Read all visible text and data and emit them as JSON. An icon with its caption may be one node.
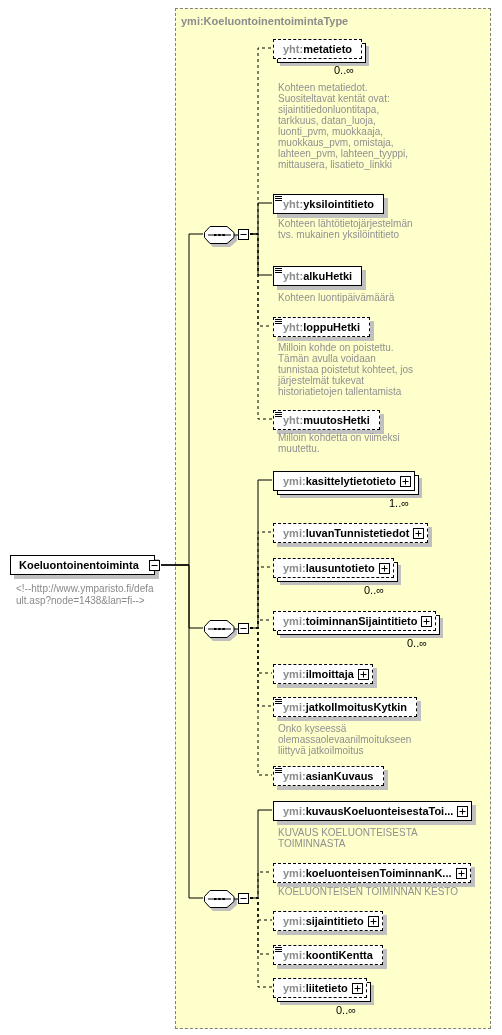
{
  "diagram": {
    "nodes": [
      {
        "text": [
          "ymi:KoeluontoinentoimintaType"
        ]
      },
      {
        "text": [
          "Koeluontoinentoiminta"
        ],
        "beside": [
          "<!--http://www.ymparisto.fi/default.asp?node=1438&lan=fi-->"
        ]
      },
      {
        "text": [],
        "shape": "octagon",
        "in": 0
      },
      {
        "text": [
          "yht:**metatieto**"
        ],
        "in": 0,
        "beside": [
          "0..∞",
          "Kohteen metatiedot. Suositeltavat kentät ovat: sijaintitiedonluontitapa, tarkkuus, datan_luoja, luonti_pvm, muokkaaja, muokkaus_pvm, omistaja, lahteen_pvm, lahteen_tyyppi, mittausera, lisatieto_linkki"
        ]
      },
      {
        "text": [
          "yht:**yksilointitieto**"
        ],
        "in": 0,
        "beside": [
          "Kohteen lähtötietojärjestelmän tvs. mukainen yksilöintitieto"
        ]
      },
      {
        "text": [
          "yht:**alkuHetki**"
        ],
        "in": 0,
        "beside": [
          "Kohteen luontipäivämäärä"
        ]
      },
      {
        "text": [
          "yht:**loppuHetki**"
        ],
        "in": 0,
        "beside": [
          "Milloin kohde on poistettu. Tämän avulla voidaan tunnistaa poistetut kohteet, jos järjestelmät tukevat historiatietojen tallentamista"
        ]
      },
      {
        "text": [
          "yht:**muutosHetki**"
        ],
        "in": 0,
        "beside": [
          "Milloin kohdetta on viimeksi muutettu."
        ]
      },
      {
        "text": [],
        "shape": "octagon",
        "in": 0
      },
      {
        "text": [
          "ymi:**kasittelytietotieto**"
        ],
        "in": 0,
        "beside": [
          "1..∞"
        ]
      },
      {
        "text": [
          "ymi:**luvanTunnistetiedot**"
        ],
        "in": 0
      },
      {
        "text": [
          "ymi:**lausuntotieto**"
        ],
        "in": 0,
        "beside": [
          "0..∞"
        ]
      },
      {
        "text": [
          "ymi:**toiminnanSijaintitieto**"
        ],
        "in": 0,
        "beside": [
          "0..∞"
        ]
      },
      {
        "text": [
          "ymi:**ilmoittaja**"
        ],
        "in": 0
      },
      {
        "text": [
          "ymi:**jatkoIlmoitusKytkin**"
        ],
        "in": 0,
        "beside": [
          "Onko kyseessä olemassaolevaanilmoitukseen liittyvä jatkoilmoitus"
        ]
      },
      {
        "text": [
          "ymi:**asianKuvaus**"
        ],
        "in": 0
      },
      {
        "text": [],
        "shape": "octagon",
        "in": 0
      },
      {
        "text": [
          "ymi:**kuvausKoeluonteisestaToi...**"
        ],
        "in": 0,
        "beside": [
          "KUVAUS KOELUONTEISESTA TOIMINNASTA"
        ]
      },
      {
        "text": [
          "ymi:**koeluonteisenToiminnanK...**"
        ],
        "in": 0,
        "beside": [
          "KOELUONTEISEN TOIMINNAN KESTO"
        ]
      },
      {
        "text": [
          "ymi:**sijaintitieto**"
        ],
        "in": 0
      },
      {
        "text": [
          "ymi:**koontiKentta**"
        ],
        "in": 0
      },
      {
        "text": [
          "ymi:**liitetieto**"
        ],
        "in": 0,
        "beside": [
          "0..∞"
        ]
      }
    ],
    "edges": [
      {
        "from": 1,
        "to": 2,
        "arrow": "none"
      },
      {
        "from": 1,
        "to": 8,
        "arrow": "none"
      },
      {
        "from": 1,
        "to": 16,
        "arrow": "none"
      },
      {
        "from": 2,
        "to": 3,
        "arrow": "none",
        "style": "dashed"
      },
      {
        "from": 2,
        "to": 4,
        "arrow": "none"
      },
      {
        "from": 2,
        "to": 5,
        "arrow": "none"
      },
      {
        "from": 2,
        "to": 6,
        "arrow": "none",
        "style": "dashed"
      },
      {
        "from": 2,
        "to": 7,
        "arrow": "none",
        "style": "dashed"
      },
      {
        "from": 8,
        "to": 9,
        "arrow": "none"
      },
      {
        "from": 8,
        "to": 10,
        "arrow": "none",
        "style": "dashed"
      },
      {
        "from": 8,
        "to": 11,
        "arrow": "none",
        "style": "dashed"
      },
      {
        "from": 8,
        "to": 12,
        "arrow": "none",
        "style": "dashed"
      },
      {
        "from": 8,
        "to": 13,
        "arrow": "none",
        "style": "dashed"
      },
      {
        "from": 8,
        "to": 14,
        "arrow": "none",
        "style": "dashed"
      },
      {
        "from": 8,
        "to": 15,
        "arrow": "none",
        "style": "dashed"
      },
      {
        "from": 16,
        "to": 17,
        "arrow": "none"
      },
      {
        "from": 16,
        "to": 18,
        "arrow": "none",
        "style": "dashed"
      },
      {
        "from": 16,
        "to": 19,
        "arrow": "none",
        "style": "dashed"
      },
      {
        "from": 16,
        "to": 20,
        "arrow": "none",
        "style": "dashed"
      },
      {
        "from": 16,
        "to": 21,
        "arrow": "none",
        "style": "dashed"
      }
    ]
  }
}
